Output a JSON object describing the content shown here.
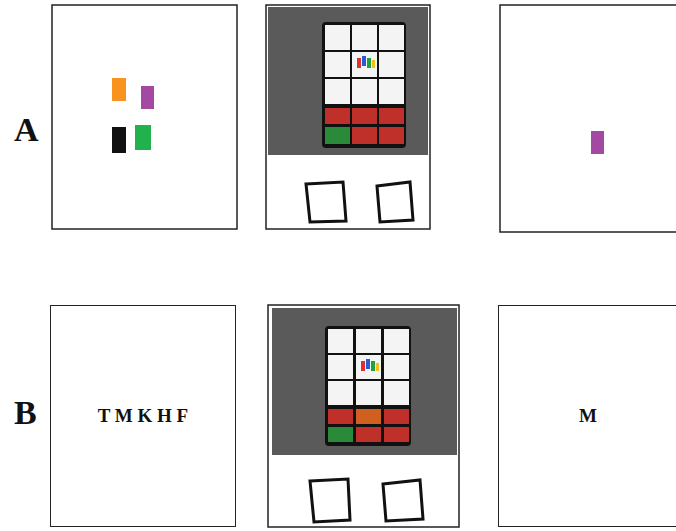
{
  "diagram": {
    "nodes": [
      {
        "text": [
          "T M K H F"
        ]
      },
      {
        "text": [
          "M"
        ]
      }
    ],
    "labels": [
      "A",
      "B"
    ]
  }
}
